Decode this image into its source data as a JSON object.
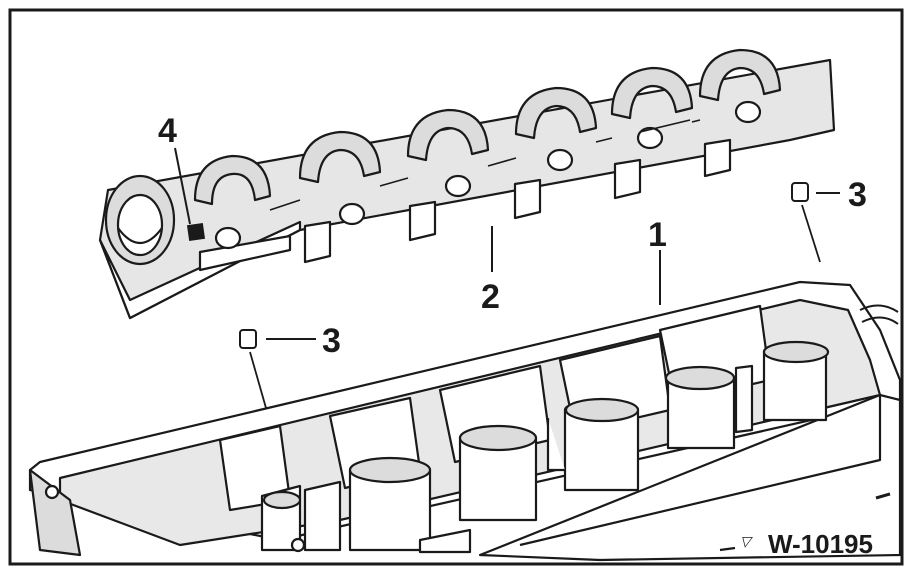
{
  "figure": {
    "code": "W-10195",
    "colors": {
      "ink": "#1a1a1a",
      "shade": "#dcdcdc",
      "paper": "#ffffff"
    }
  },
  "callouts": [
    {
      "label": "1"
    },
    {
      "label": "2"
    },
    {
      "label": "3"
    },
    {
      "label": "3"
    },
    {
      "label": "4"
    }
  ]
}
